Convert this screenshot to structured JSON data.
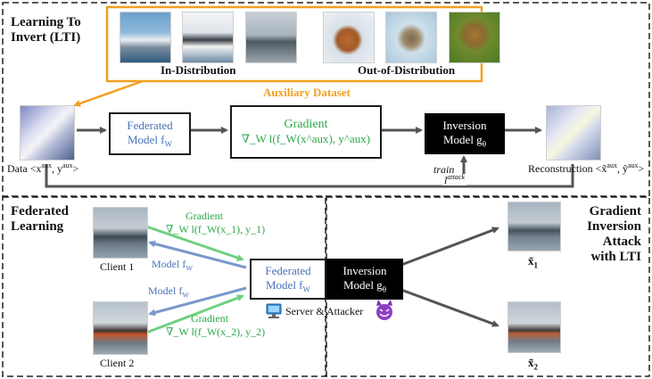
{
  "sections": {
    "lti_title_line1": "Learning To",
    "lti_title_line2": "Invert (LTI)",
    "fl_title_line1": "Federated",
    "fl_title_line2": "Learning",
    "gia_title_line1": "Gradient",
    "gia_title_line2": "Inversion",
    "gia_title_line3": "Attack",
    "gia_title_line4": "with LTI"
  },
  "dataset": {
    "in_distribution": "In-Distribution",
    "out_of_distribution": "Out-of-Distribution",
    "auxiliary": "Auxiliary Dataset"
  },
  "lti_pipeline": {
    "data_label": "Data <x",
    "data_sup1": "aux",
    "data_mid": ", y",
    "data_sup2": "aux",
    "data_end": ">",
    "federated_line1": "Federated",
    "federated_line2": "Model f",
    "federated_sub": "W",
    "gradient_line1": "Gradient",
    "gradient_expr": "∇_W l(f_W(x^aux), y^aux)",
    "inversion_line1": "Inversion",
    "inversion_line2": "Model g",
    "inversion_sub": "θ",
    "train": "train",
    "loss": "l",
    "loss_sup": "attack",
    "reconstruction": "Reconstruction <x̃",
    "recon_sup1": "aux",
    "recon_mid": ", ỹ",
    "recon_sup2": "aux",
    "recon_end": ">"
  },
  "fl_pipeline": {
    "client1": "Client 1",
    "client2": "Client 2",
    "gradient_label": "Gradient",
    "gradient1_expr": "∇_W l(f_W(x_1), y_1)",
    "gradient2_expr": "∇_W l(f_W(x_2), y_2)",
    "model_label": "Model f",
    "model_sub": "W",
    "federated_line1": "Federated",
    "federated_line2": "Model f",
    "federated_sub": "W",
    "inversion_line1": "Inversion",
    "inversion_line2": "Model g",
    "inversion_sub": "θ",
    "server": "Server & Attacker",
    "out1": "x̃",
    "out1_sub": "1",
    "out2": "x̃",
    "out2_sub": "2"
  },
  "colors": {
    "orange": "#f0a020",
    "blue": "#4a72b8",
    "green": "#2aa84a",
    "arrow": "#555555",
    "purple": "#7b2fb0"
  }
}
